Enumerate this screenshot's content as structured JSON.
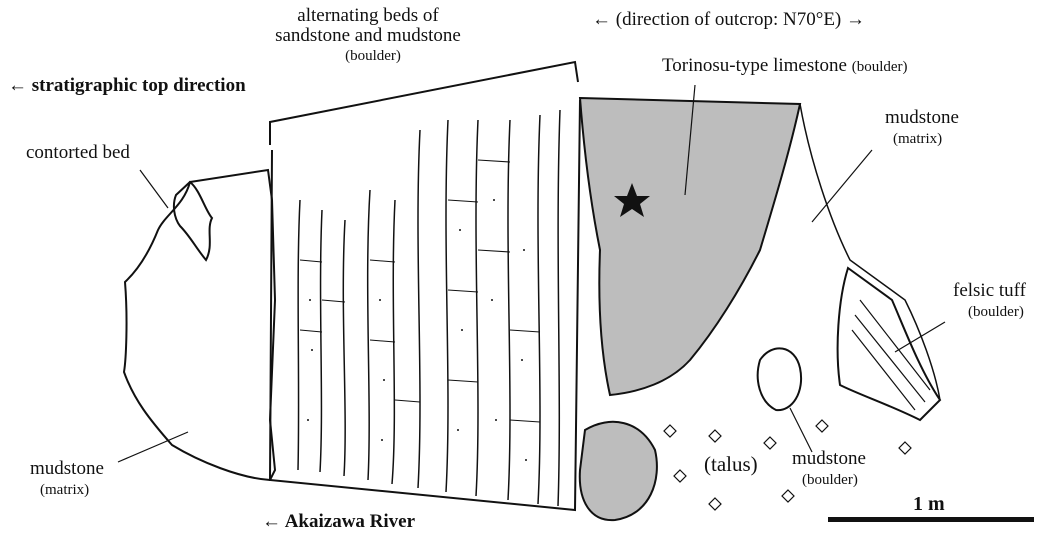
{
  "labels": {
    "top_direction": "← stratigraphic top direction",
    "alternating_l1": "alternating beds of",
    "alternating_l2": "sandstone and mudstone",
    "alternating_sub": "(boulder)",
    "outcrop_direction": "← (direction of outcrop: N70°E) →",
    "limestone_main": "Torinosu-type limestone",
    "limestone_sub": "(boulder)",
    "mudstone_matrix_right_main": "mudstone",
    "mudstone_matrix_right_sub": "(matrix)",
    "contorted": "contorted bed",
    "felsic_main": "felsic tuff",
    "felsic_sub": "(boulder)",
    "mudstone_matrix_left_main": "mudstone",
    "mudstone_matrix_left_sub": "(matrix)",
    "talus": "(talus)",
    "mudstone_boulder_main": "mudstone",
    "mudstone_boulder_sub": "(boulder)",
    "river": "← Akaizawa River",
    "scale": "1 m"
  },
  "colors": {
    "limestone_fill": "#bdbdbd",
    "ink": "#111111"
  },
  "icons": {
    "sample_marker": "star-icon",
    "talus_marker": "diamond-icon"
  }
}
